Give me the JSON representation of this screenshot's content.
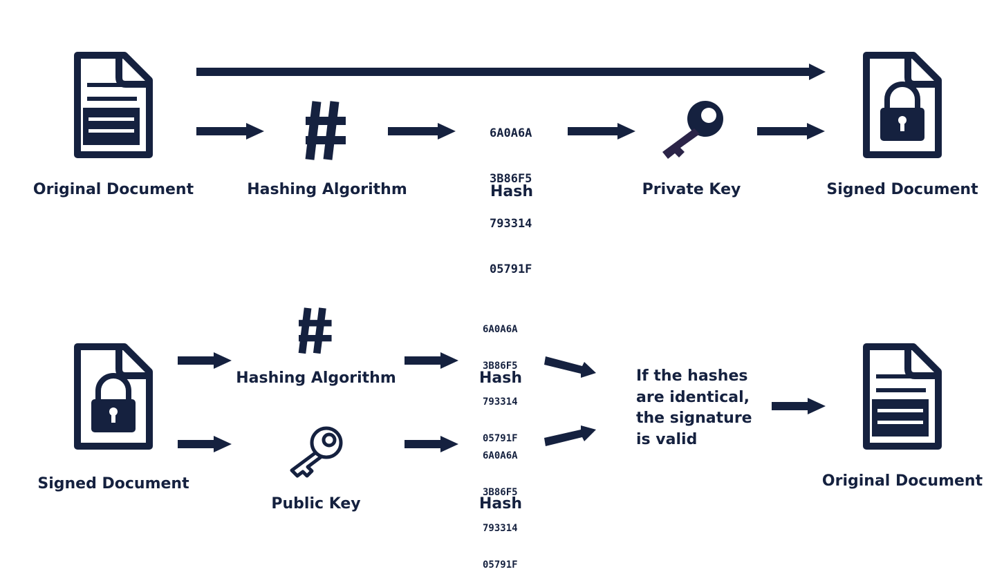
{
  "colors": {
    "ink": "#15213f",
    "paper": "#ffffff"
  },
  "signing": {
    "original_document": "Original Document",
    "hashing_algorithm": "Hashing Algorithm",
    "hash_label": "Hash",
    "hash_value": [
      "6A0A6A",
      "3B86F5",
      "793314",
      "05791F"
    ],
    "private_key": "Private Key",
    "signed_document": "Signed Document",
    "icons": [
      "document-icon",
      "hash-symbol-icon",
      "key-icon",
      "locked-document-icon"
    ]
  },
  "verification": {
    "signed_document": "Signed Document",
    "hashing_algorithm": "Hashing Algorithm",
    "public_key": "Public Key",
    "hash_top": {
      "label": "Hash",
      "value": [
        "6A0A6A",
        "3B86F5",
        "793314",
        "05791F"
      ]
    },
    "hash_bottom": {
      "label": "Hash",
      "value": [
        "6A0A6A",
        "3B86F5",
        "793314",
        "05791F"
      ]
    },
    "result_lines": [
      "If the hashes",
      "are identical,",
      "the signature",
      "is valid"
    ],
    "original_document": "Original Document",
    "icons": [
      "locked-document-icon",
      "hash-symbol-icon",
      "key-outline-icon",
      "document-icon"
    ]
  }
}
